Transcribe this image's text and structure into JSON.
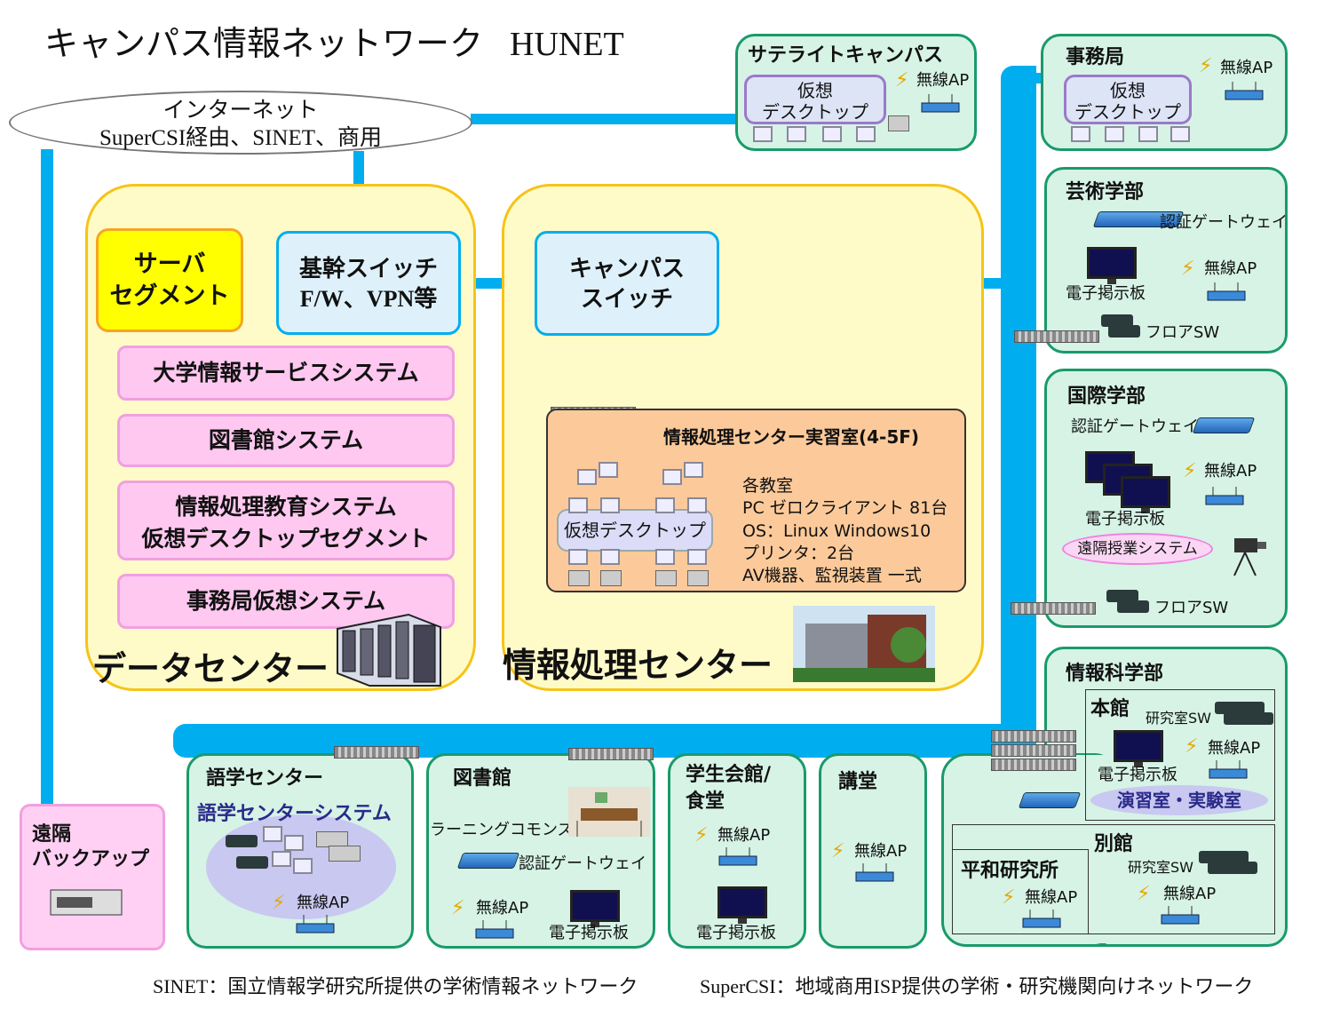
{
  "title": {
    "jp": "キャンパス情報ネットワーク",
    "en": "HUNET"
  },
  "internet": {
    "line1": "インターネット",
    "line2": "SuperCSI経由、SINET、商用"
  },
  "datacenter": {
    "server_segment": [
      "サーバ",
      "セグメント"
    ],
    "core_switch": [
      "基幹スイッチ",
      "F/W、VPN等"
    ],
    "systems": [
      "大学情報サービスシステム",
      "図書館システム",
      "情報処理教育システム",
      "仮想デスクトップセグメント",
      "事務局仮想システム"
    ],
    "label": "データセンター"
  },
  "info_center": {
    "campus_switch": [
      "キャンパス",
      "スイッチ"
    ],
    "lab_title": "情報処理センター実習室(4-5F)",
    "virtual_desktop": "仮想デスクトップ",
    "specs": [
      "各教室",
      "PC ゼロクライアント 81台",
      "OS：Linux Windows10",
      "プリンタ：2台",
      "AV機器、監視装置 一式"
    ],
    "label": "情報処理センター"
  },
  "satellite": {
    "title": "サテライトキャンパス",
    "vd": [
      "仮想",
      "デスクトップ"
    ],
    "ap": "無線AP"
  },
  "office": {
    "title": "事務局",
    "vd": [
      "仮想",
      "デスクトップ"
    ],
    "ap": "無線AP"
  },
  "art": {
    "title": "芸術学部",
    "gw": "認証ゲートウェイ",
    "ap": "無線AP",
    "board": "電子掲示板",
    "floorsw": "フロアSW"
  },
  "intl": {
    "title": "国際学部",
    "gw": "認証ゲートウェイ",
    "ap": "無線AP",
    "board": "電子掲示板",
    "remote": "遠隔授業システム",
    "floorsw": "フロアSW"
  },
  "infosci": {
    "title": "情報科学部",
    "main": {
      "title": "本館",
      "labsw": "研究室SW",
      "ap": "無線AP",
      "board": "電子掲示板",
      "room": "演習室・実験室"
    },
    "annex": {
      "title": "別館",
      "labsw": "研究室SW",
      "ap": "無線AP"
    },
    "peace": {
      "title": "平和研究所",
      "ap": "無線AP"
    }
  },
  "lang": {
    "title": "語学センター",
    "system": "語学センターシステム",
    "ap": "無線AP"
  },
  "library": {
    "title": "図書館",
    "commons": "ラーニングコモンズ",
    "gw": "認証ゲートウェイ",
    "ap": "無線AP",
    "board": "電子掲示板"
  },
  "student": {
    "title": [
      "学生会館/",
      "食堂"
    ],
    "ap": "無線AP",
    "board": "電子掲示板"
  },
  "hall": {
    "title": "講堂",
    "ap": "無線AP"
  },
  "backup": [
    "遠隔",
    "バックアップ"
  ],
  "footer": {
    "sinet": "SINET：国立情報学研究所提供の学術情報ネットワーク",
    "supercsi": "SuperCSI：地域商用ISP提供の学術・研究機関向けネットワーク"
  },
  "colors": {
    "line": "#00aeef",
    "zone": "#fffbc8",
    "green": "#1a9a6a",
    "pink": "#ffc8f0"
  }
}
